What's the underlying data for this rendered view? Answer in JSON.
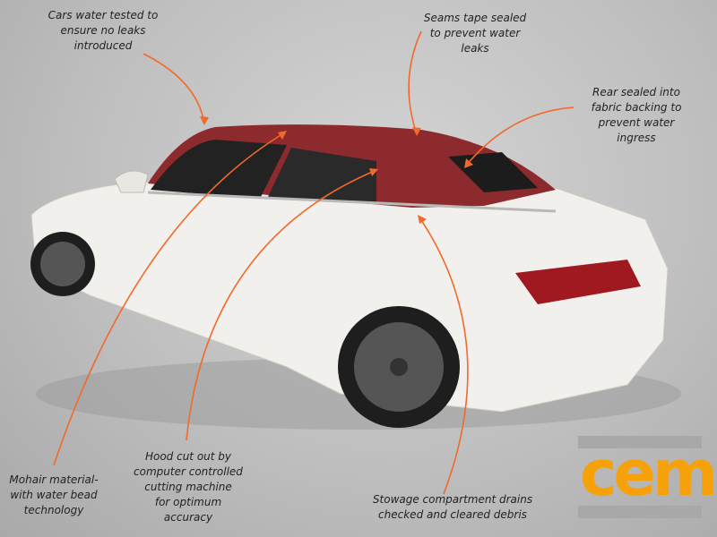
{
  "annotations": {
    "water_tested": [
      "Cars water tested to",
      "ensure no leaks",
      "introduced"
    ],
    "seams": [
      "Seams tape sealed",
      "to prevent water",
      "leaks"
    ],
    "rear": [
      "Rear sealed into",
      "fabric backing to",
      "prevent water",
      "ingress"
    ],
    "mohair": [
      "Mohair material-",
      "with water bead",
      "technology"
    ],
    "hood": [
      "Hood cut out by",
      "computer controlled",
      "cutting machine",
      "for optimum",
      "accuracy"
    ],
    "stowage": [
      "Stowage compartment drains",
      "checked and cleared debris"
    ]
  },
  "logo": {
    "text": "cem"
  },
  "colors": {
    "arrow": "#f26a2b",
    "roof": "#8c2a2e",
    "car_body": "#f2f0ec",
    "logo": "#f7a10a"
  }
}
